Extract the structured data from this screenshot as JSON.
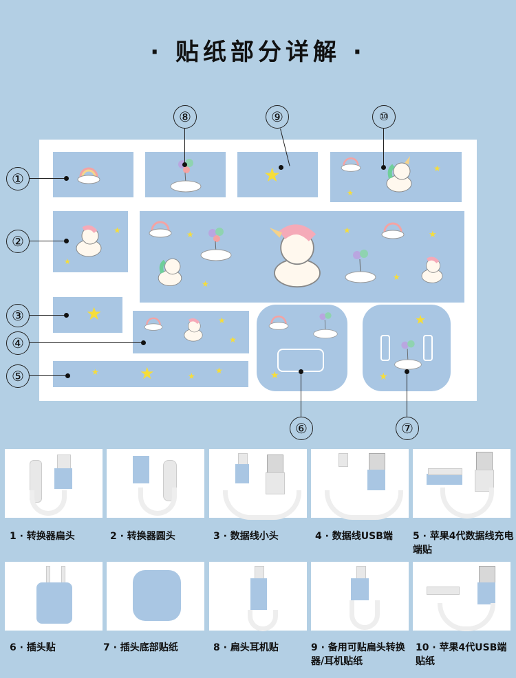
{
  "title": "· 贴纸部分详解 ·",
  "markers": [
    "①",
    "②",
    "③",
    "④",
    "⑤",
    "⑥",
    "⑦",
    "⑧",
    "⑨",
    "⑩"
  ],
  "captions": [
    "1 · 转换器扁头",
    "2 · 转换器圆头",
    "3 · 数据线小头",
    "4 · 数据线USB端",
    "5 · 苹果4代数据线充电端贴",
    "6 · 插头贴",
    "7 · 插头底部贴纸",
    "8 · 扁头耳机贴",
    "9 · 备用可贴扁头转换器/耳机贴纸",
    "10 · 苹果4代USB端贴纸"
  ],
  "colors": {
    "background": "#b3cfe4",
    "sticker": "#a9c6e3",
    "star": "#f6dd3a"
  },
  "icons": [
    "unicorn-icon",
    "rainbow-cloud-icon",
    "balloon-cloud-icon",
    "shooting-star-icon",
    "star-icon"
  ]
}
